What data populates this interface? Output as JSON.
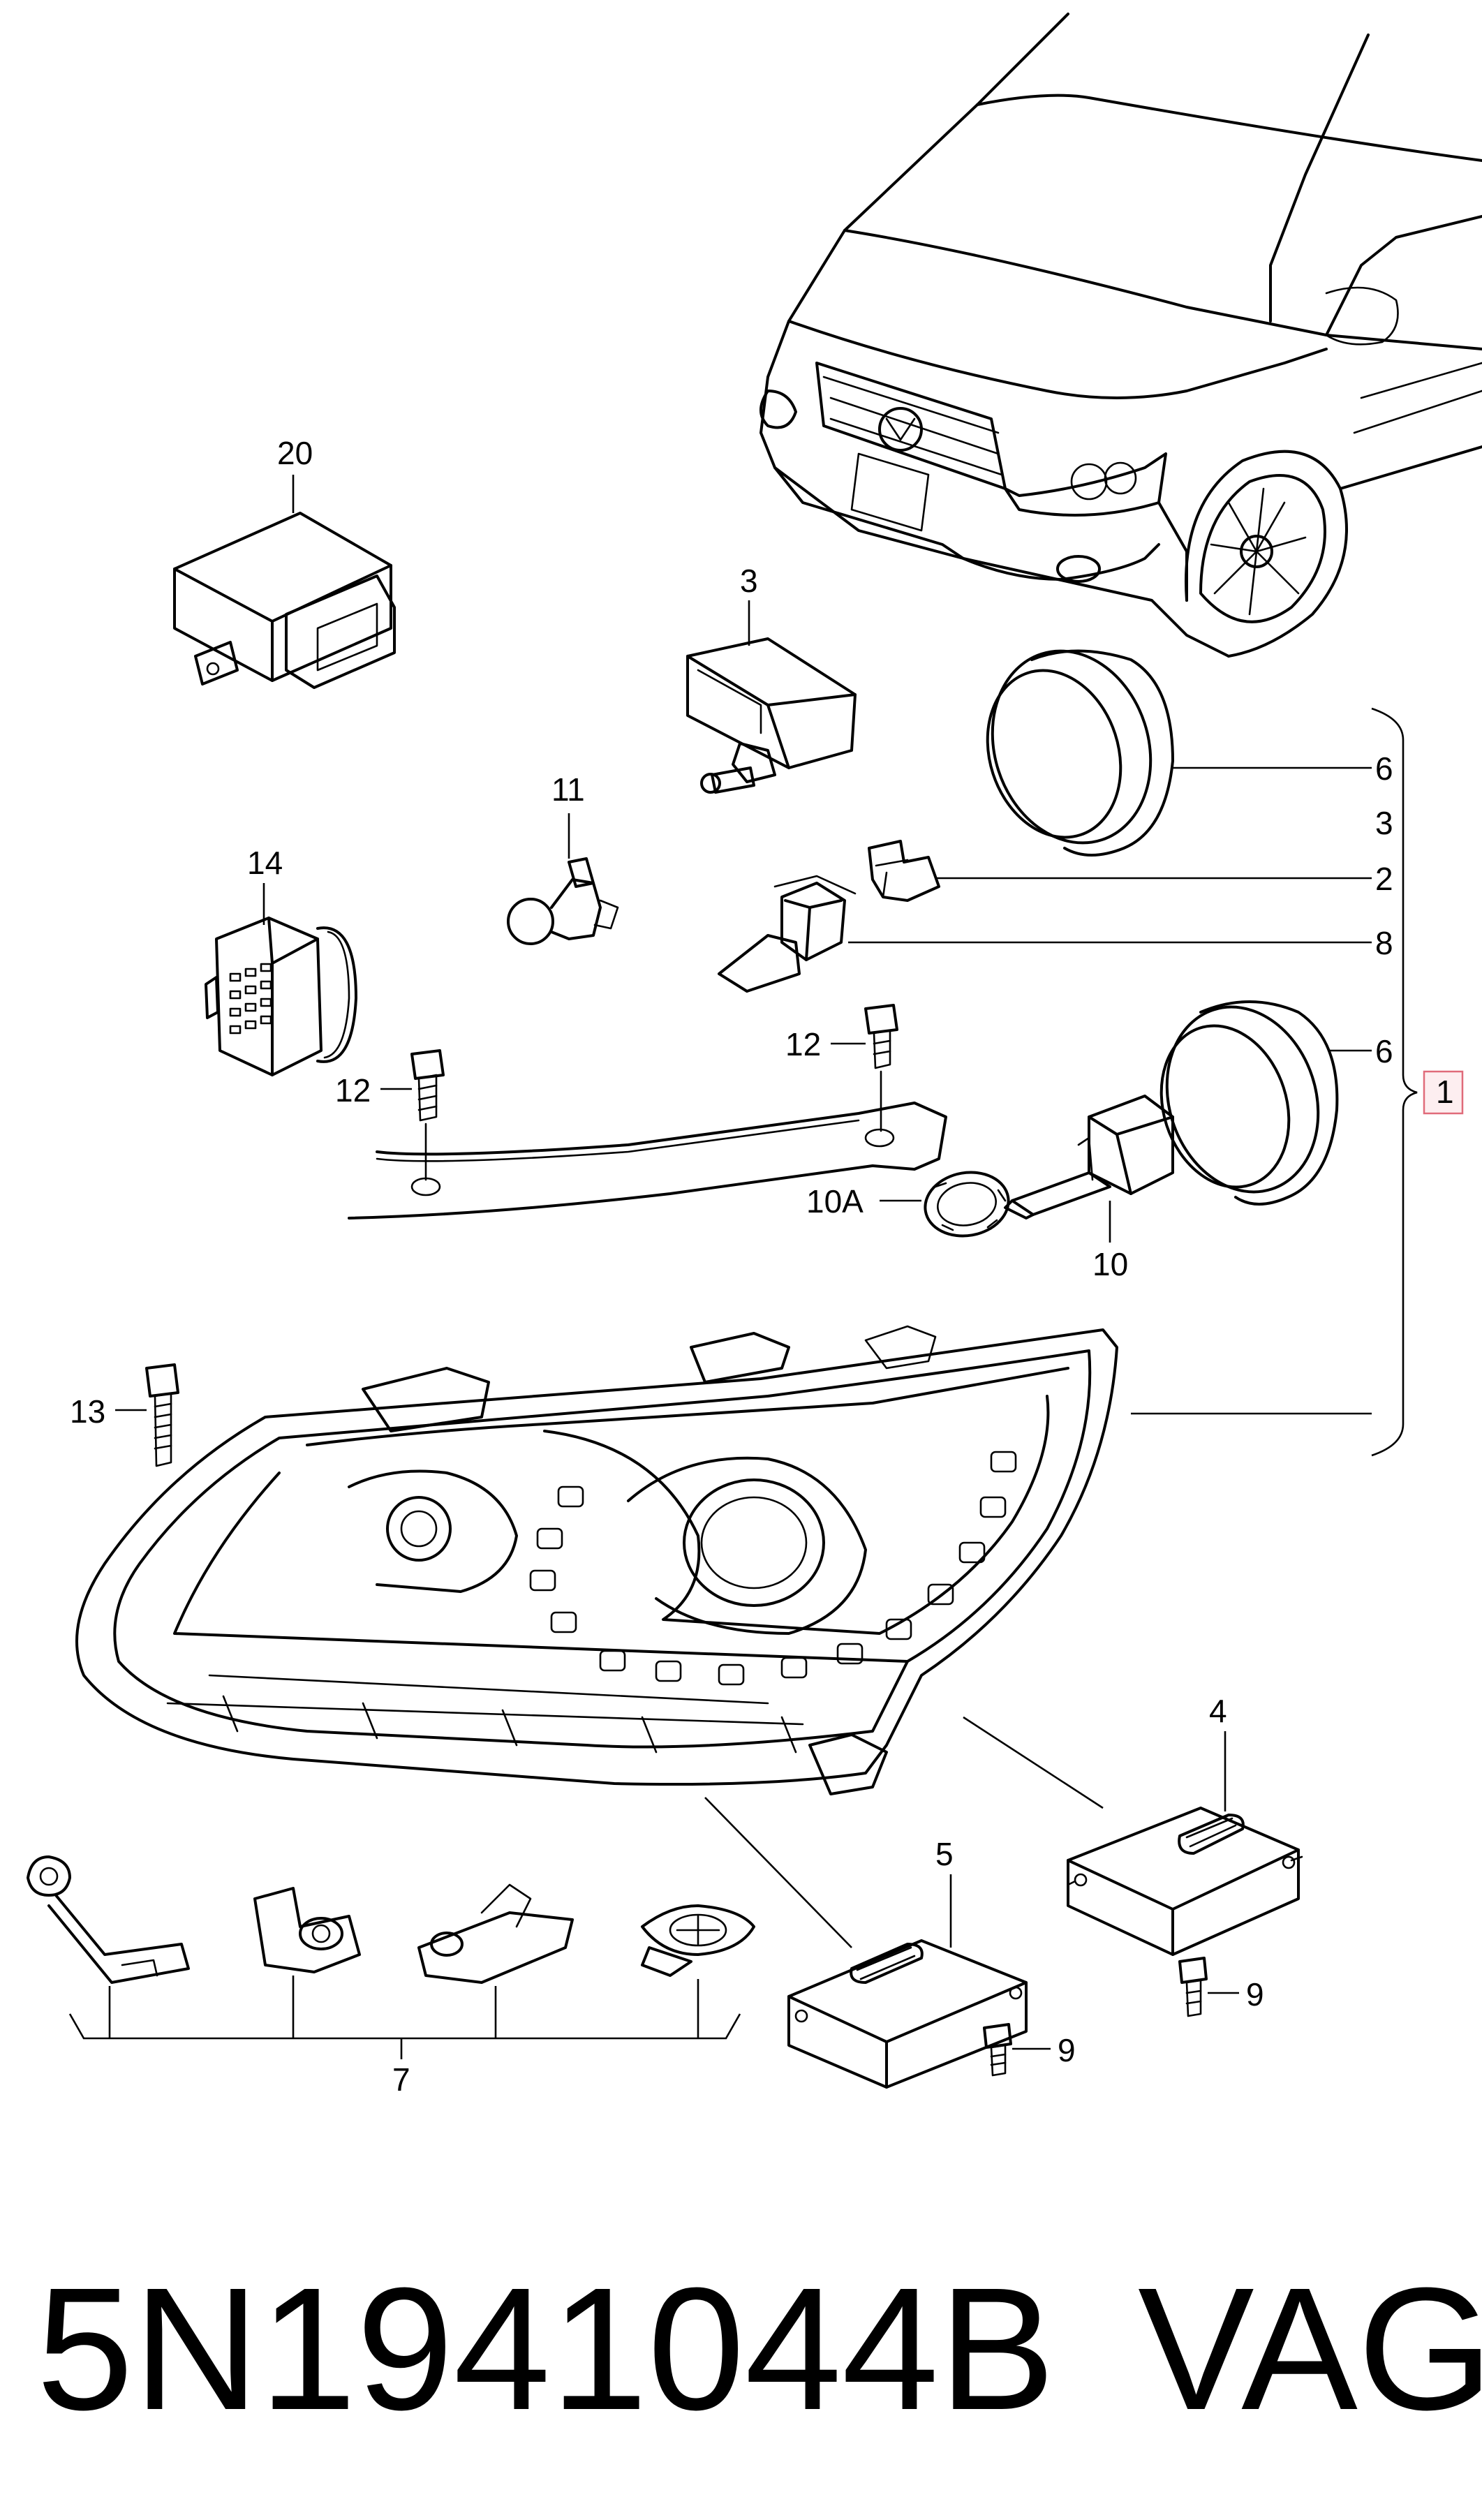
{
  "callouts": {
    "c1": "1",
    "c2": "2",
    "c3a": "3",
    "c3b": "3",
    "c4": "4",
    "c5": "5",
    "c6a": "6",
    "c6b": "6",
    "c7": "7",
    "c8": "8",
    "c9a": "9",
    "c9b": "9",
    "c10": "10",
    "c10a": "10A",
    "c11": "11",
    "c12a": "12",
    "c12b": "12",
    "c13": "13",
    "c14": "14",
    "c20": "20"
  },
  "footer": {
    "part_number": "5N1941044B",
    "brand": "VAG"
  },
  "colors": {
    "line": "#000000",
    "background": "#ffffff",
    "marker_border": "#e06b7a",
    "marker_fill": "#fdeef0"
  },
  "icons": [
    "car-front-icon",
    "headlight-housing-icon",
    "control-unit-icon",
    "bulb-icon",
    "screw-icon",
    "connector-icon",
    "seal-ring-icon",
    "bracket-icon"
  ]
}
